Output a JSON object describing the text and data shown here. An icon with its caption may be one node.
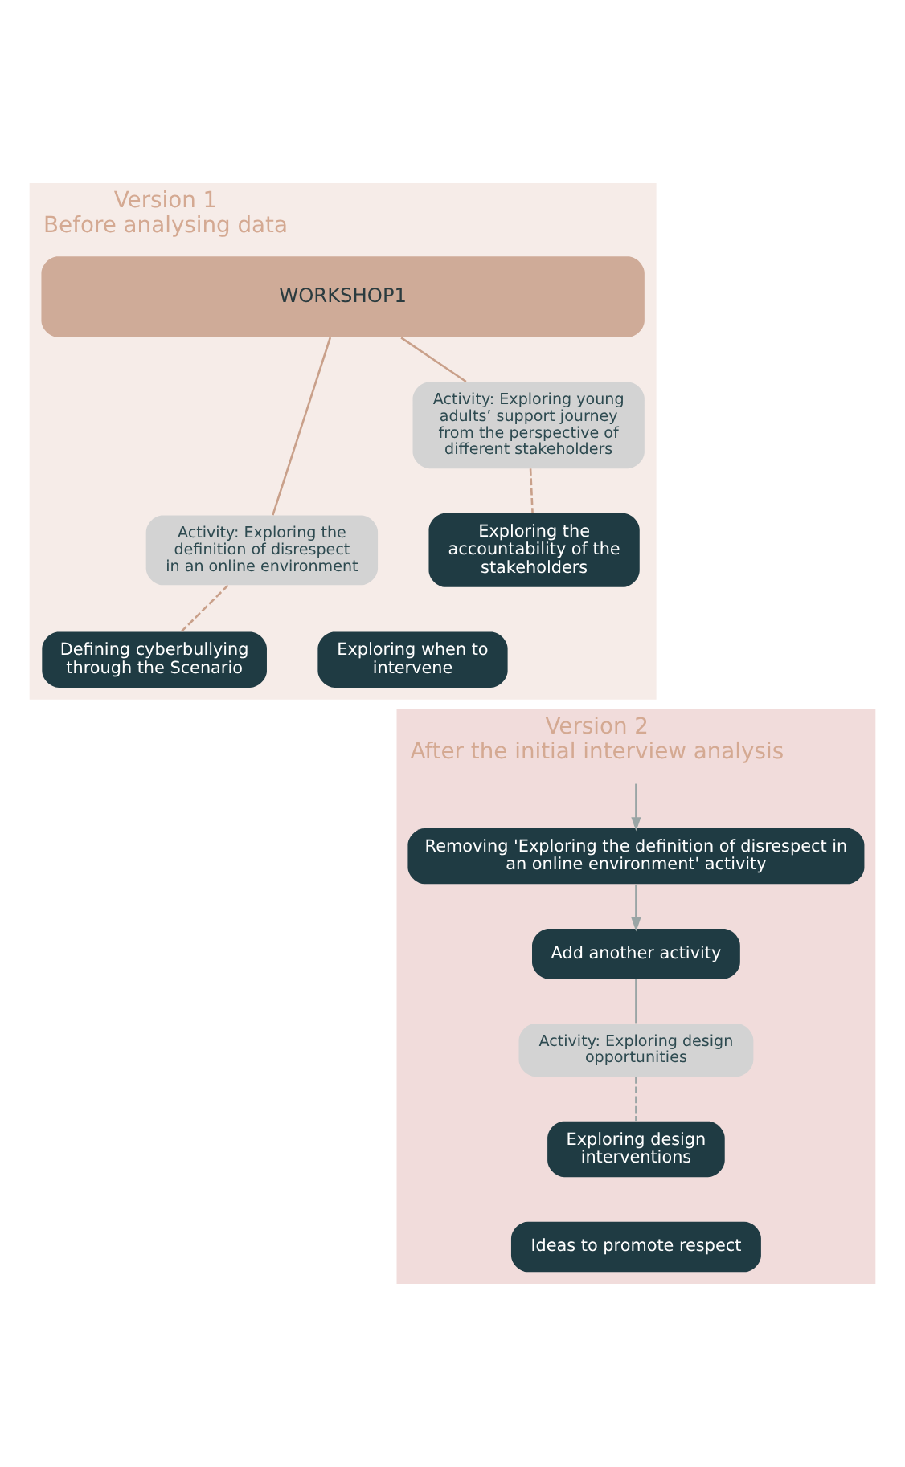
{
  "diagram": {
    "nodes": [
      {
        "text": [
          "Version 1",
          "Before analysing data"
        ]
      },
      {
        "text": [
          "WORKSHOP1"
        ],
        "in": 0
      },
      {
        "text": [
          "Activity: Exploring the definition of disrespect in an online environment"
        ],
        "in": 0
      },
      {
        "text": [
          "Activity: Exploring young adults’ support journey from the perspective of different stakeholders"
        ],
        "in": 0
      },
      {
        "text": [
          "Exploring the accountability of the stakeholders"
        ],
        "in": 0
      },
      {
        "text": [
          "Defining cyberbullying through the Scenario"
        ],
        "in": 0
      },
      {
        "text": [
          "Exploring when to intervene"
        ],
        "in": 0
      },
      {
        "text": [
          "Version 2",
          "After the initial interview analysis"
        ]
      },
      {
        "text": [
          "Removing 'Exploring the definition of disrespect in an online environment' activity"
        ],
        "in": 7
      },
      {
        "text": [
          "Add another activity"
        ],
        "in": 7
      },
      {
        "text": [
          "Activity: Exploring design opportunities"
        ],
        "in": 7
      },
      {
        "text": [
          "Exploring design interventions"
        ],
        "in": 7
      },
      {
        "text": [
          "Ideas to promote respect"
        ],
        "in": 7
      }
    ],
    "edges": [
      {
        "from": 1,
        "to": 2,
        "arrow": "none",
        "color": "#c9a08a"
      },
      {
        "from": 1,
        "to": 3,
        "arrow": "none",
        "color": "#c9a08a"
      },
      {
        "from": 2,
        "to": 5,
        "arrow": "none",
        "style": "dashed",
        "color": "#c9a08a"
      },
      {
        "from": 3,
        "to": 4,
        "arrow": "none",
        "style": "dashed",
        "color": "#c9a08a"
      },
      {
        "from": null,
        "to": 8,
        "arrow": "to",
        "color": "#9aa5a5"
      },
      {
        "from": 8,
        "to": 9,
        "arrow": "to",
        "color": "#9aa5a5"
      },
      {
        "from": 9,
        "to": 10,
        "arrow": "none",
        "color": "#9aa5a5"
      },
      {
        "from": 10,
        "to": 11,
        "arrow": "none",
        "style": "dashed",
        "color": "#9aa5a5"
      }
    ]
  }
}
